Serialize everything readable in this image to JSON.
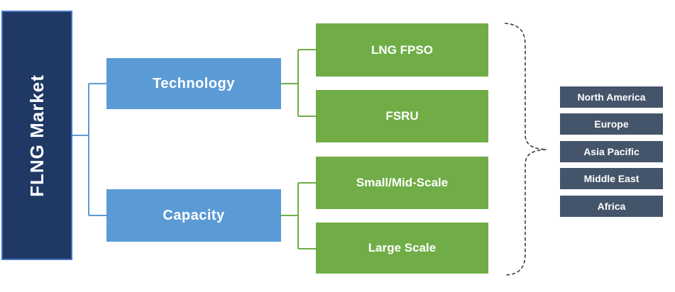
{
  "diagram": {
    "root": {
      "label": "FLNG Market"
    },
    "branches": [
      {
        "label": "Technology",
        "children": [
          "LNG FPSO",
          "FSRU"
        ]
      },
      {
        "label": "Capacity",
        "children": [
          "Small/Mid-Scale",
          "Large Scale"
        ]
      }
    ],
    "regions": [
      "North America",
      "Europe",
      "Asia Pacific",
      "Middle East",
      "Africa"
    ]
  },
  "colors": {
    "navy": "#1F3864",
    "navy-border": "#4472C4",
    "blue": "#5B9BD5",
    "green": "#70AD47",
    "slate": "#44546A",
    "brace": "#3F3F3F",
    "text": "#FFFFFF"
  }
}
